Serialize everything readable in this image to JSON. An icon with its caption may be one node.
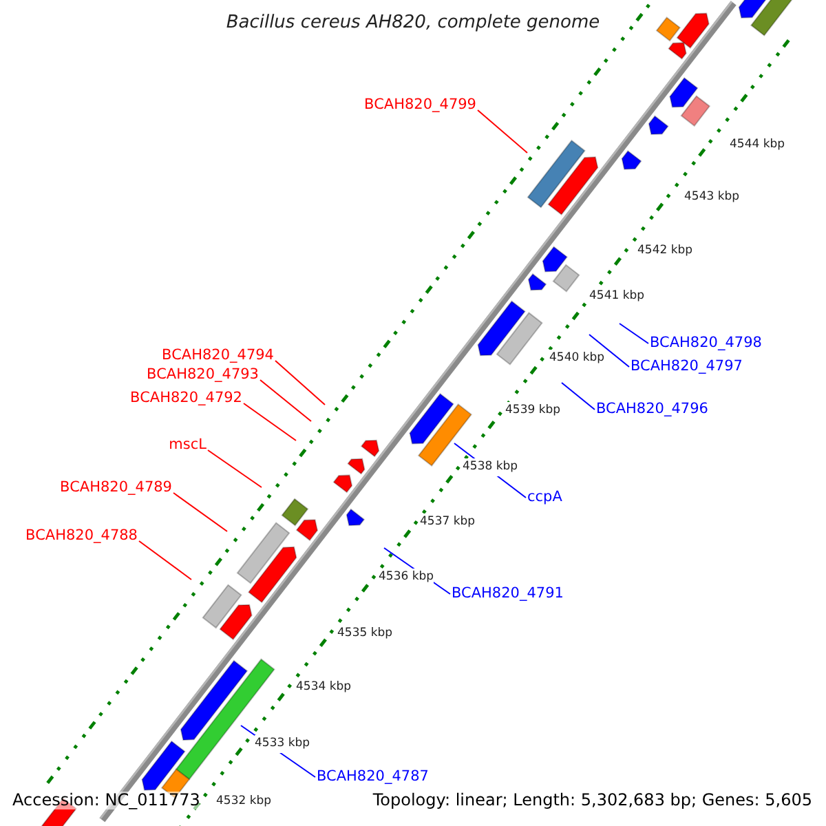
{
  "diagram": {
    "title": "Bacillus cereus AH820, complete genome",
    "nodes": [
      {
        "text": [
          "BCAH820_4799"
        ]
      },
      {
        "text": [
          "BCAH820_4798"
        ]
      },
      {
        "text": [
          "BCAH820_4794"
        ]
      },
      {
        "text": [
          "BCAH820_4797"
        ]
      },
      {
        "text": [
          "BCAH820_4793"
        ]
      },
      {
        "text": [
          "BCAH820_4792"
        ]
      },
      {
        "text": [
          "BCAH820_4796"
        ]
      },
      {
        "text": [
          "mscL"
        ]
      },
      {
        "text": [
          "BCAH820_4789"
        ]
      },
      {
        "text": [
          "ccpA"
        ]
      },
      {
        "text": [
          "BCAH820_4788"
        ]
      },
      {
        "text": [
          "BCAH820_4791"
        ]
      },
      {
        "text": [
          "BCAH820_4787"
        ]
      }
    ],
    "edges": [
      {
        "from": 0,
        "to": null,
        "arrow": "none"
      },
      {
        "from": 1,
        "to": null,
        "arrow": "none",
        "color": "#0000ff"
      },
      {
        "from": 2,
        "to": null,
        "arrow": "none"
      },
      {
        "from": 3,
        "to": null,
        "arrow": "none",
        "color": "#0000ff"
      },
      {
        "from": 4,
        "to": null,
        "arrow": "none"
      },
      {
        "from": 5,
        "to": null,
        "arrow": "none"
      },
      {
        "from": 6,
        "to": null,
        "arrow": "none",
        "color": "#0000ff"
      },
      {
        "from": 7,
        "to": null,
        "arrow": "none"
      },
      {
        "from": 8,
        "to": null,
        "arrow": "none"
      },
      {
        "from": 9,
        "to": null,
        "arrow": "none",
        "color": "#0000ff"
      },
      {
        "from": 10,
        "to": null,
        "arrow": "none"
      },
      {
        "from": 11,
        "to": null,
        "arrow": "none",
        "color": "#0000ff"
      },
      {
        "from": 12,
        "to": null,
        "arrow": "none",
        "color": "#0000ff"
      }
    ],
    "labels": [
      "4544 kbp",
      "4543 kbp",
      "4542 kbp",
      "4541 kbp",
      "4540 kbp",
      "4539 kbp",
      "4538 kbp",
      "4537 kbp",
      "4536 kbp",
      "4535 kbp",
      "4534 kbp",
      "4533 kbp",
      "4532 kbp",
      "Accession: NC_011773",
      "Topology: linear; Length: 5,302,683 bp; Genes: 5,605"
    ]
  }
}
